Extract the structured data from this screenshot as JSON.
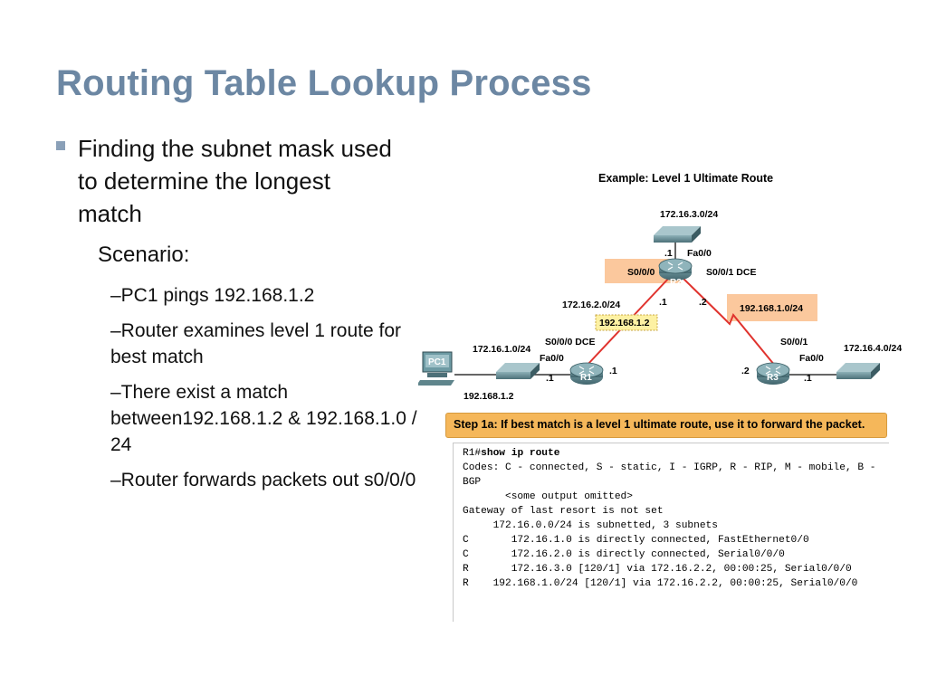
{
  "slide": {
    "title": "Routing Table Lookup Process"
  },
  "bullets": [
    {
      "text": "Finding the subnet mask used to determine the longest match"
    }
  ],
  "scenario": {
    "label": "Scenario:",
    "items": [
      {
        "text": "–PC1 pings 192.168.1.2"
      },
      {
        "text": "–Router examines level 1 route for best match"
      },
      {
        "text": "–There exist a match between192.168.1.2 & 192.168.1.0 / 24"
      },
      {
        "text": "–Router forwards packets out s0/0/0"
      }
    ]
  },
  "diagram": {
    "title": "Example: Level 1 Ultimate Route",
    "pc": {
      "label": "PC1",
      "address": "192.168.1.2"
    },
    "networks": {
      "top": "172.16.3.0/24",
      "left": "172.16.1.0/24",
      "right": "172.16.4.0/24",
      "r1_r2": "172.16.2.0/24",
      "r2_r3": "192.168.1.0/24"
    },
    "routers": {
      "r1": "R1",
      "r2": "R2",
      "r3": "R3"
    },
    "interfaces": {
      "r2_fa": "Fa0/0",
      "r2_s0": "S0/0/0",
      "r2_s1": "S0/0/1 DCE",
      "r1_s0": "S0/0/0 DCE",
      "r1_fa": "Fa0/0",
      "r3_s1": "S0/0/1",
      "r3_fa": "Fa0/0"
    },
    "host_ids": {
      "r2_fa": ".1",
      "r2_left": ".1",
      "r2_right": ".2",
      "r1_fa": ".1",
      "r1_serial": ".1",
      "r3_serial": ".2",
      "r3_fa": ".1"
    },
    "packet_label": "192.168.1.2",
    "colors": {
      "accent": "#f5b75a",
      "highlight": "#fbc89d",
      "link": "#e0332e",
      "packet": "#fdf1a3"
    }
  },
  "step": {
    "text": "Step 1a:   If best match is a level 1 ultimate route, use it to forward the packet."
  },
  "cli": {
    "prompt": "R1#",
    "command": "show ip route",
    "lines": [
      "Codes: C - connected, S - static, I - IGRP, R - RIP, M - mobile, B -",
      "BGP",
      "       <some output omitted>",
      "",
      "Gateway of last resort is not set",
      "",
      "     172.16.0.0/24 is subnetted, 3 subnets",
      "C       172.16.1.0 is directly connected, FastEthernet0/0",
      "C       172.16.2.0 is directly connected, Serial0/0/0",
      "R       172.16.3.0 [120/1] via 172.16.2.2, 00:00:25, Serial0/0/0",
      "R    192.168.1.0/24 [120/1] via 172.16.2.2, 00:00:25, Serial0/0/0"
    ]
  }
}
